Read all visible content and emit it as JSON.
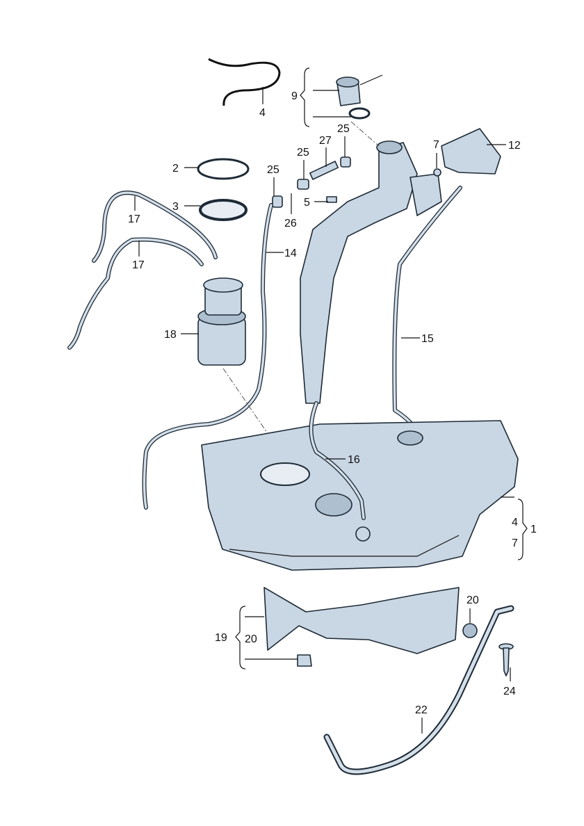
{
  "title": "Fuel tank assembly parts diagram",
  "labels": {
    "l4_top": "4",
    "l9": "9",
    "l25_a": "25",
    "l27": "27",
    "l7_top": "7",
    "l12": "12",
    "l2": "2",
    "l25_b": "25",
    "l25_c": "25",
    "l5": "5",
    "l3": "3",
    "l26": "26",
    "l17_a": "17",
    "l14": "14",
    "l17_b": "17",
    "l18": "18",
    "l15": "15",
    "l16": "16",
    "l4_right": "4",
    "l1": "1",
    "l7_right": "7",
    "l20_a": "20",
    "l19": "19",
    "l20_b": "20",
    "l24": "24",
    "l22": "22"
  },
  "colors": {
    "part_fill": "#c9d6e3",
    "outline": "#1d2a36"
  }
}
